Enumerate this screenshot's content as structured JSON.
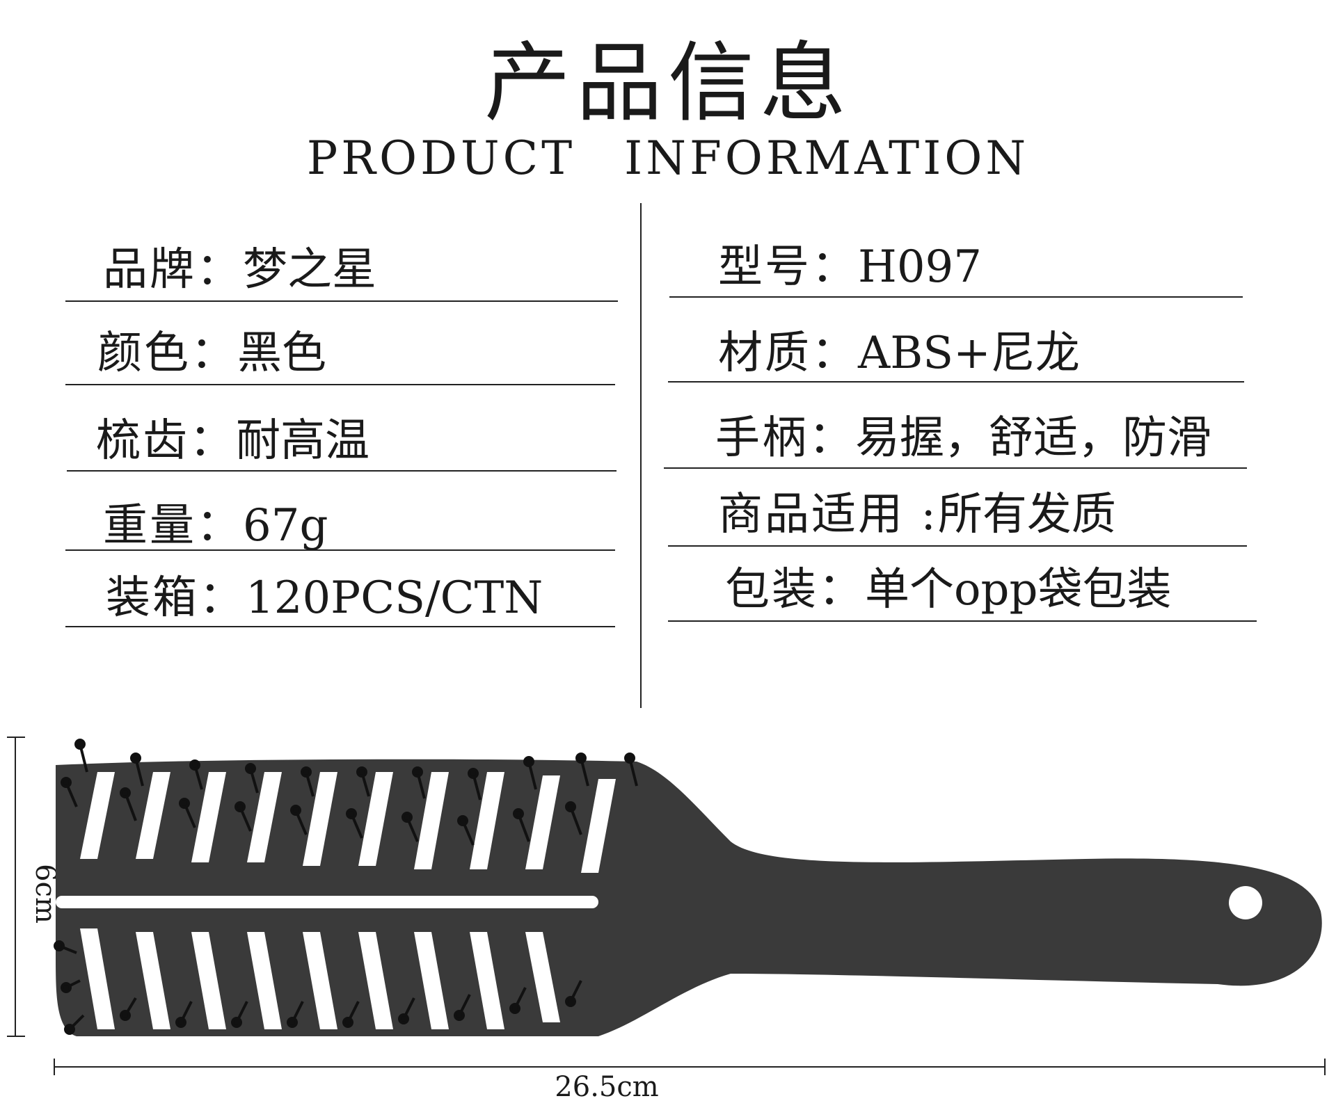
{
  "title": {
    "cn": "产品信息",
    "en_1": "PRODUCT",
    "en_2": "INFORMATION"
  },
  "specs_left": [
    {
      "key": "品牌：",
      "value": "梦之星"
    },
    {
      "key": "颜色：",
      "value": "黑色"
    },
    {
      "key": "梳齿：",
      "value": "耐高温"
    },
    {
      "key": "重量：",
      "value": "67g"
    },
    {
      "key": "装箱：",
      "value": "120PCS/CTN"
    }
  ],
  "specs_right": [
    {
      "key": "型号：",
      "value": "H097"
    },
    {
      "key": "材质：",
      "value": "ABS+尼龙"
    },
    {
      "key": "手柄：",
      "value": "易握，舒适，防滑"
    },
    {
      "key": "商品适用 :",
      "value": "所有发质"
    },
    {
      "key": "包装：",
      "value": "单个opp袋包装"
    }
  ],
  "dimensions": {
    "height": "6cm",
    "length": "26.5cm"
  },
  "colors": {
    "brush": "#3a3a3a",
    "text": "#1a1a1a"
  }
}
